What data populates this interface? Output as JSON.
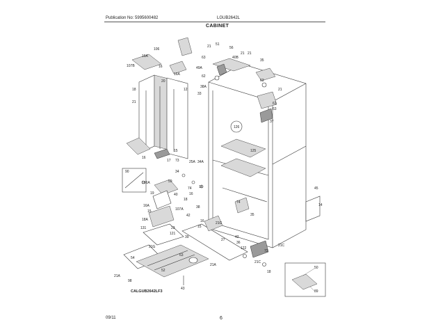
{
  "header": {
    "publication": "Publication No: 5995600482",
    "model": "LGUB2642L",
    "title": "CABINET"
  },
  "footer": {
    "date": "09/11",
    "page": "6"
  },
  "diagram": {
    "drawing_code": "CALGUB2642LF3",
    "labels": [
      "106",
      "16A",
      "107B",
      "16",
      "16A",
      "12",
      "18",
      "21",
      "20",
      "16",
      "17",
      "15",
      "21",
      "51",
      "56",
      "21",
      "40B",
      "35",
      "21",
      "63",
      "49A",
      "62",
      "63",
      "38A",
      "33",
      "21",
      "61",
      "63",
      "126",
      "37",
      "125",
      "25A",
      "34A",
      "73",
      "90",
      "34",
      "106A",
      "59",
      "74",
      "18",
      "16",
      "40",
      "107A",
      "16A",
      "15",
      "19",
      "18A",
      "38",
      "42",
      "74",
      "35",
      "131",
      "23",
      "16",
      "15",
      "21G",
      "121",
      "21G",
      "39",
      "42",
      "36",
      "122",
      "52",
      "63",
      "21C",
      "27",
      "72",
      "21A",
      "21A",
      "98",
      "43",
      "21C",
      "18",
      "54",
      "50",
      "89",
      "45",
      "14",
      "16"
    ]
  }
}
